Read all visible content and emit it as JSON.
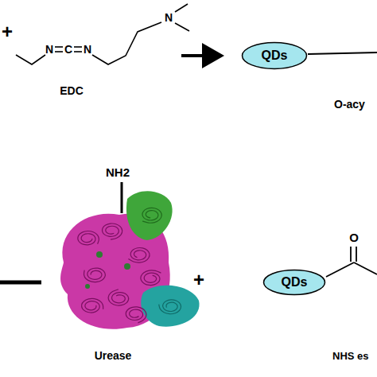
{
  "diagram": {
    "nodes": [
      {
        "text": [
          "QDs"
        ]
      },
      {
        "text": [
          "QDs"
        ]
      }
    ],
    "labels": [
      "+",
      "N",
      "C",
      "N",
      "N",
      "EDC",
      "O-acy",
      "NH2",
      "Urease",
      "+",
      "O",
      "NHS es"
    ]
  }
}
